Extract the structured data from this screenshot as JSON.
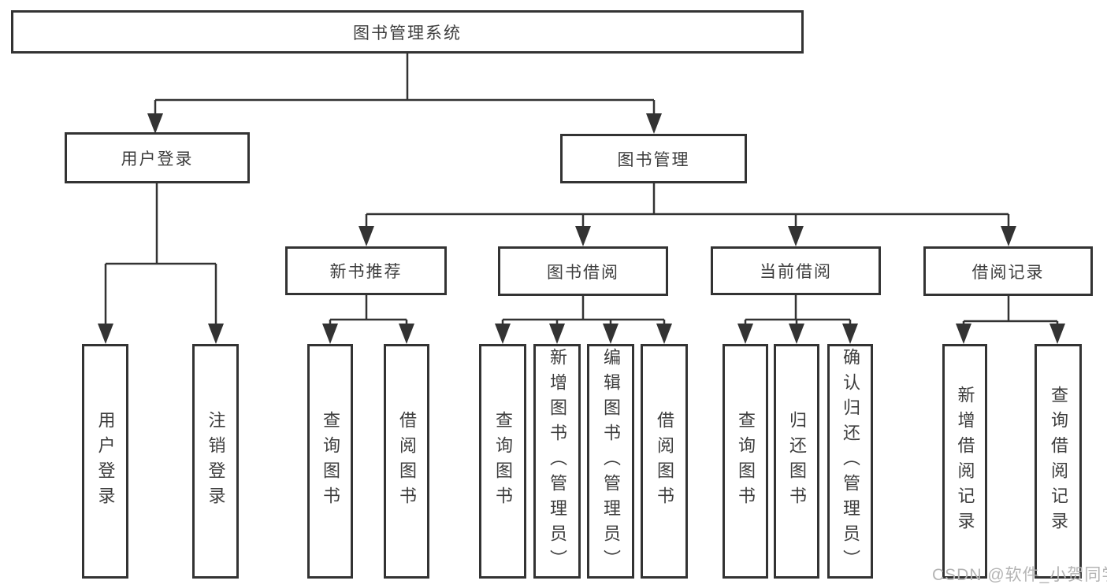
{
  "diagram_type": "hierarchy-tree",
  "colors": {
    "line": "#333333",
    "box_border": "#333333",
    "text": "#3d3d3d",
    "background": "#ffffff",
    "watermark": "#b4b4b4"
  },
  "tree": {
    "label": "图书管理系统",
    "children": [
      {
        "label": "用户登录",
        "children": [
          {
            "label": "用户登录"
          },
          {
            "label": "注销登录"
          }
        ]
      },
      {
        "label": "图书管理",
        "children": [
          {
            "label": "新书推荐",
            "children": [
              {
                "label": "查询图书"
              },
              {
                "label": "借阅图书"
              }
            ]
          },
          {
            "label": "图书借阅",
            "children": [
              {
                "label": "查询图书"
              },
              {
                "label": "新增图书（管理员）"
              },
              {
                "label": "编辑图书（管理员）"
              },
              {
                "label": "借阅图书"
              }
            ]
          },
          {
            "label": "当前借阅",
            "children": [
              {
                "label": "查询图书"
              },
              {
                "label": "归还图书"
              },
              {
                "label": "确认归还（管理员）"
              }
            ]
          },
          {
            "label": "借阅记录",
            "children": [
              {
                "label": "新增借阅记录"
              },
              {
                "label": "查询借阅记录"
              }
            ]
          }
        ]
      }
    ]
  },
  "watermark": {
    "text": "CSDN @软件_小贺同学"
  }
}
